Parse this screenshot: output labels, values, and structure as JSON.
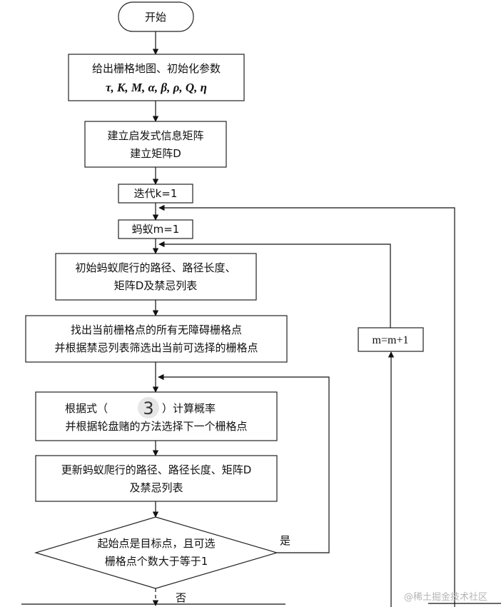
{
  "flowchart": {
    "start": "开始",
    "step_init_params": "给出栅格地图、初始化参数",
    "step_init_params_symbols": "τ, K, M, α, β, ρ, Q, η",
    "step_heuristic_line1": "建立启发式信息矩阵",
    "step_heuristic_line2": "建立矩阵D",
    "step_iter": "迭代k=1",
    "step_ant": "蚂蚁m=1",
    "step_init_ant_line1": "初始蚂蚁爬行的路径、路径长度、",
    "step_init_ant_line2": "矩阵D及禁忌列表",
    "step_find_line1": "找出当前栅格点的所有无障碍栅格点",
    "step_find_line2": "并根据禁忌列表筛选出当前可选择的栅格点",
    "step_prob_line1_a": "根据式（",
    "step_prob_badge": "3",
    "step_prob_line1_b": "）计算概率",
    "step_prob_line2": "并根据轮盘赌的方法选择下一个栅格点",
    "step_update_line1": "更新蚂蚁爬行的路径、路径长度、矩阵D",
    "step_update_line2": "及禁忌列表",
    "decision_line1": "起始点是目标点，且可选",
    "decision_line2": "栅格点个数大于等于1",
    "label_yes": "是",
    "label_no": "否",
    "step_increment_m": "m=m+1"
  },
  "watermark": "@稀土掘金技术社区"
}
